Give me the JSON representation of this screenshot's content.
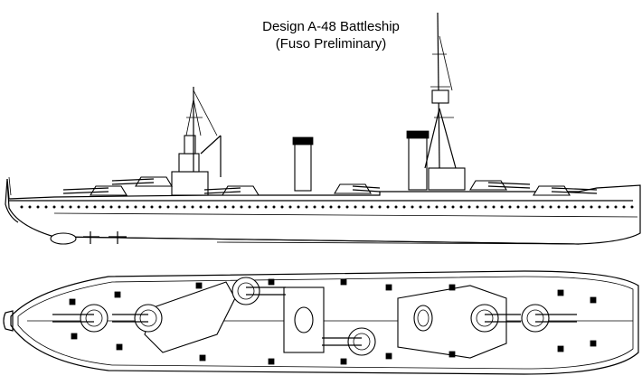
{
  "title": {
    "line1": "Design A-48 Battleship",
    "line2": "(Fuso Preliminary)"
  },
  "colors": {
    "ink": "#000000",
    "paper": "#ffffff"
  },
  "views": [
    {
      "name": "side-profile"
    },
    {
      "name": "top-plan"
    }
  ],
  "turret_count": 6,
  "funnel_count": 2,
  "mast_count": 2
}
